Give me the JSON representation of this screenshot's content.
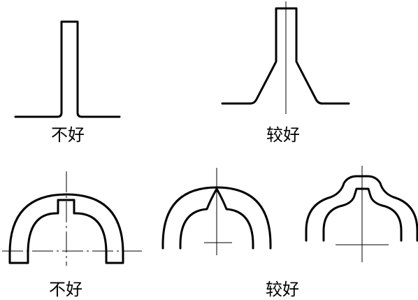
{
  "captions": {
    "top_left": "不好",
    "top_right": "较好",
    "bottom_left": "不好",
    "bottom_right": "较好"
  },
  "colors": {
    "line": "#000000",
    "background": "#ffffff"
  }
}
